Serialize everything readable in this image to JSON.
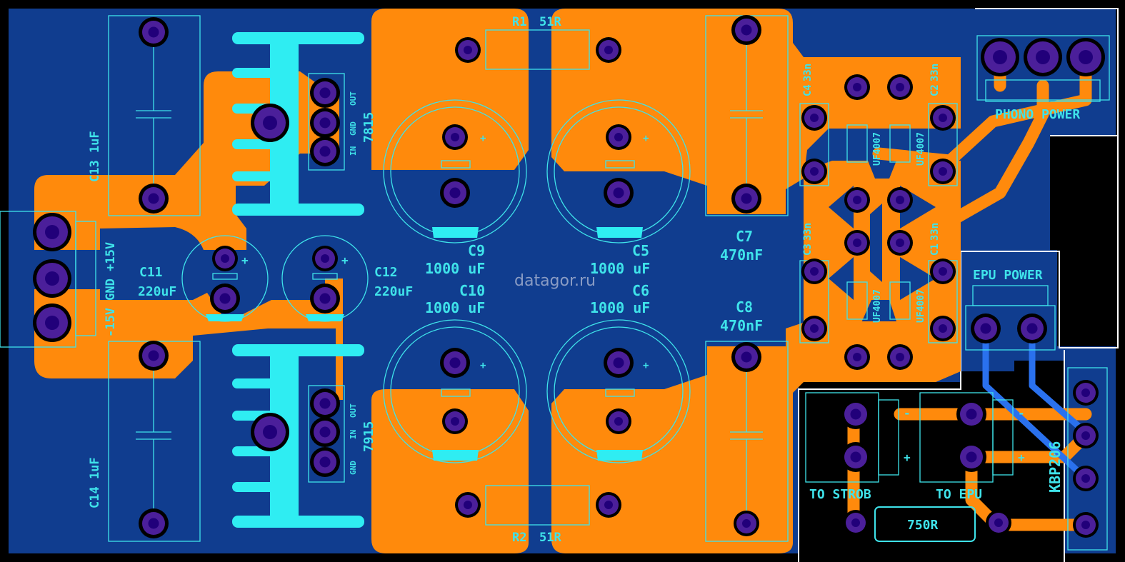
{
  "watermark": "datagor.ru",
  "components": {
    "r1": {
      "ref": "R1",
      "value": "51R"
    },
    "r2": {
      "ref": "R2",
      "value": "51R"
    },
    "r750": {
      "value": "750R"
    },
    "c1": {
      "ref": "C1",
      "value": "33n"
    },
    "c2": {
      "ref": "C2",
      "value": "33n"
    },
    "c3": {
      "ref": "C3",
      "value": "33n"
    },
    "c4": {
      "ref": "C4",
      "value": "33n"
    },
    "c5": {
      "ref": "C5",
      "value": "1000 uF"
    },
    "c6": {
      "ref": "C6",
      "value": "1000 uF"
    },
    "c7": {
      "ref": "C7",
      "value": "470nF"
    },
    "c8": {
      "ref": "C8",
      "value": "470nF"
    },
    "c9": {
      "ref": "C9",
      "value": "1000 uF"
    },
    "c10": {
      "ref": "C10",
      "value": "1000 uF"
    },
    "c11": {
      "ref": "C11",
      "value": "220uF"
    },
    "c12": {
      "ref": "C12",
      "value": "220uF"
    },
    "c13": {
      "label": "C13 1uF"
    },
    "c14": {
      "label": "C14 1uF"
    },
    "diode": "UF4007",
    "bridge": "KBP206",
    "reg_pos": {
      "name": "7815",
      "pins": [
        "OUT",
        "GND",
        "IN"
      ]
    },
    "reg_neg": {
      "name": "7915",
      "pins": [
        "OUT",
        "IN",
        "GND"
      ]
    }
  },
  "connectors": {
    "main_input": "-15V GND +15V",
    "phono_power": "PHONO POWER",
    "epu_power": "EPU POWER",
    "to_strob": "TO STROB",
    "to_epu": "TO EPU"
  },
  "polarity": {
    "plus": "+",
    "minus": "-"
  },
  "colors": {
    "board": "#103d8f",
    "copper": "#ff8a0c",
    "silkscreen": "#3fe3ea",
    "pad": "#4b1f9a",
    "hole": "#21007a",
    "blue_trace": "#2a71ee",
    "cutout": "#000000"
  }
}
